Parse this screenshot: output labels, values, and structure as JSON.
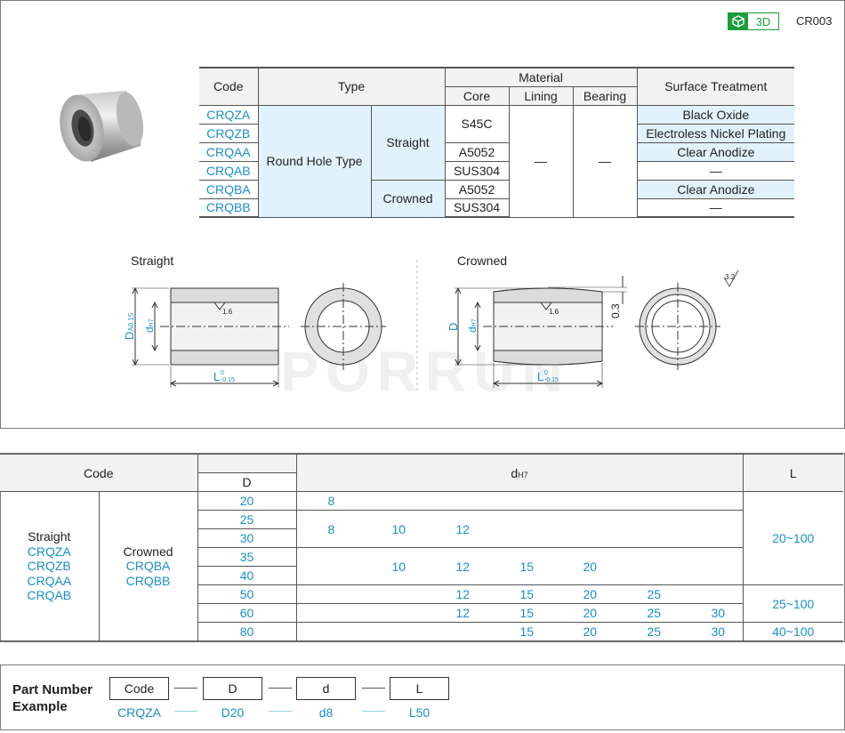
{
  "header": {
    "badge_3d": "3D",
    "catalog_code": "CR003"
  },
  "spec_table": {
    "headers": {
      "code": "Code",
      "type": "Type",
      "material": "Material",
      "core": "Core",
      "lining": "Lining",
      "bearing": "Bearing",
      "surface_treatment": "Surface Treatment"
    },
    "codes": [
      "CRQZA",
      "CRQZB",
      "CRQAA",
      "CRQAB",
      "CRQBA",
      "CRQBB"
    ],
    "type_main": "Round Hole Type",
    "type_straight": "Straight",
    "type_crowned": "Crowned",
    "core": [
      "S45C",
      "A5052",
      "SUS304",
      "A5052",
      "SUS304"
    ],
    "lining": "—",
    "bearing": "—",
    "surface": [
      "Black Oxide",
      "Electroless Nickel Plating",
      "Clear Anodize",
      "—",
      "Clear Anodize",
      "—"
    ]
  },
  "drawings": {
    "straight_title": "Straight",
    "crowned_title": "Crowned",
    "watermark": "PORRUN",
    "dim_D": "D",
    "dim_D_tol": "A0.15",
    "dim_d": "d",
    "dim_d_tol": "H7",
    "dim_L": "L",
    "dim_L_tol_upper": "0",
    "dim_L_tol_lower": "-0.15",
    "roughness_1": "1.6",
    "roughness_2": "3.2",
    "crown_dim": "0.3"
  },
  "size_table": {
    "headers": {
      "code": "Code",
      "D": "D",
      "d": "d",
      "d_sub": "H7",
      "L": "L"
    },
    "straight_label": "Straight",
    "straight_codes": [
      "CRQZA",
      "CRQZB",
      "CRQAA",
      "CRQAB"
    ],
    "crowned_label": "Crowned",
    "crowned_codes": [
      "CRQBA",
      "CRQBB"
    ],
    "D_values": [
      "20",
      "25",
      "30",
      "35",
      "40",
      "50",
      "60",
      "80"
    ],
    "d_rows": [
      [
        "8"
      ],
      [
        "8",
        "10",
        "12"
      ],
      [
        "10",
        "12",
        "15",
        "20"
      ],
      [
        "12",
        "15",
        "20",
        "25"
      ],
      [
        "12",
        "15",
        "20",
        "25",
        "30"
      ],
      [
        "15",
        "20",
        "25",
        "30"
      ]
    ],
    "L_values": [
      "20~100",
      "25~100",
      "40~100"
    ]
  },
  "part_number": {
    "title_line1": "Part Number",
    "title_line2": "Example",
    "boxes": [
      "Code",
      "D",
      "d",
      "L"
    ],
    "values": [
      "CRQZA",
      "D20",
      "d8",
      "L50"
    ]
  }
}
